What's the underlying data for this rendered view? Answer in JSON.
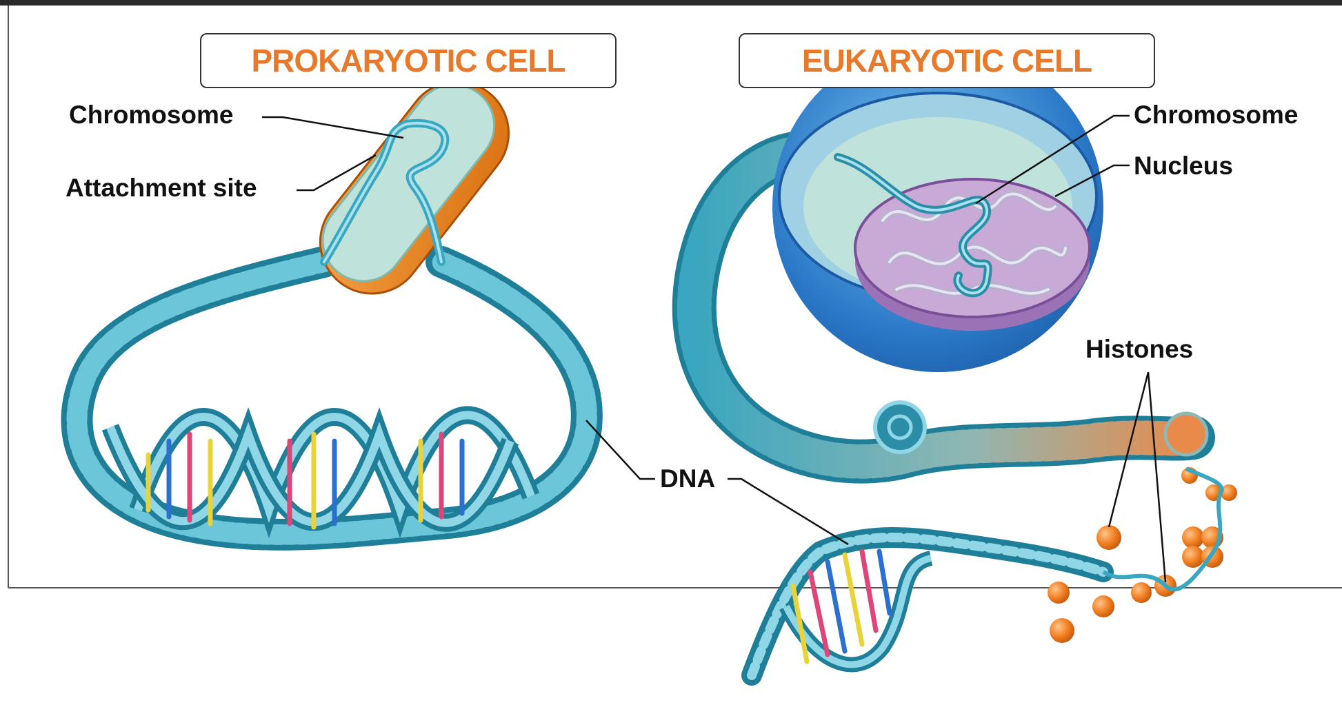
{
  "titles": {
    "prokaryotic": "PROKARYOTIC CELL",
    "eukaryotic": "EUKARYOTIC CELL"
  },
  "labels": {
    "prokaryotic_chromosome": "Chromosome",
    "attachment_site": "Attachment site",
    "eukaryotic_chromosome": "Chromosome",
    "nucleus": "Nucleus",
    "histones": "Histones",
    "dna": "DNA"
  },
  "colors": {
    "title_orange": "#e8792a",
    "dna_teal": "#3aa6bf",
    "cell_mint": "#bfe3da",
    "cell_wall_orange": "#f08a1c",
    "nucleus_purple": "#c9a9d6",
    "eukaryotic_blue": "#2a78c7",
    "histone_orange": "#f07d1f",
    "base_pink": "#e0457a",
    "base_yellow": "#e8d33a",
    "base_blue": "#2b6fd0"
  }
}
